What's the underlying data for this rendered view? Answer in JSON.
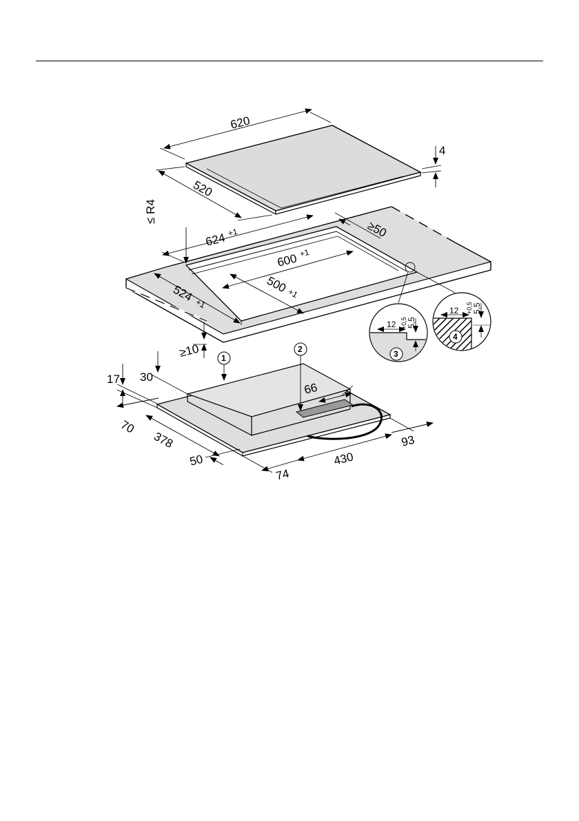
{
  "hob_dimensions": {
    "width": "620",
    "depth": "520",
    "glass_thickness": "4"
  },
  "cutout_dimensions": {
    "corner_radius": "≤ R4",
    "outer_width": "624",
    "outer_width_tol": "+1",
    "outer_depth": "524",
    "outer_depth_tol": "+1",
    "inner_width": "600",
    "inner_width_tol": "+1",
    "inner_depth": "500",
    "inner_depth_tol": "+1",
    "rear_clearance": "≥50",
    "front_clearance": "≥10"
  },
  "detail_3": {
    "label": "3",
    "rebate_width": "12",
    "rebate_depth": "5,5",
    "tolerance": "+0,5"
  },
  "detail_4": {
    "label": "4",
    "rebate_width": "12",
    "rebate_depth": "5,5",
    "tolerance": "+0,5"
  },
  "underside_dimensions": {
    "height_17": "17",
    "height_30": "30",
    "offset_70": "70",
    "length_378": "378",
    "offset_50": "50",
    "offset_74": "74",
    "length_430": "430",
    "offset_93": "93",
    "box_66": "66"
  },
  "callouts": {
    "c1": "1",
    "c2": "2"
  }
}
